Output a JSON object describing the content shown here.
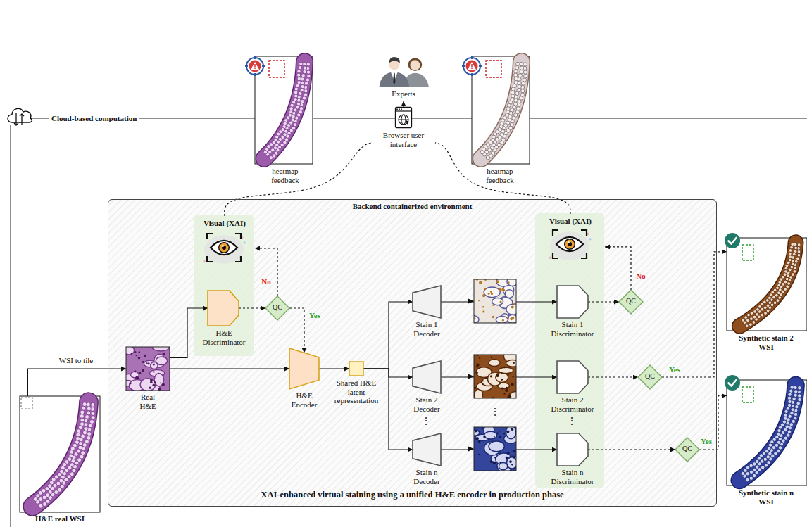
{
  "diagram": {
    "nodes": [
      {
        "text": [
          "Experts"
        ]
      },
      {
        "text": [
          "heatmap feedback"
        ]
      },
      {
        "text": [
          "Browser user interface"
        ]
      },
      {
        "text": [
          "heatmap feedback"
        ]
      },
      {
        "text": [
          "Backend containerized environment",
          "XAI-enhanced virtual staining using a unified H&E encoder in production phase"
        ]
      },
      {
        "text": [
          "Visual (XAI)"
        ],
        "in": 4
      },
      {
        "text": [
          "H&E Discriminator"
        ],
        "in": 5
      },
      {
        "text": [
          "QC"
        ],
        "in": 4
      },
      {
        "text": [
          "Real H&E"
        ],
        "in": 4
      },
      {
        "text": [
          "H&E Encoder"
        ],
        "in": 4
      },
      {
        "text": [
          "Shared H&E latent representation"
        ],
        "in": 4
      },
      {
        "text": [
          "Stain 1 Decoder"
        ],
        "in": 4
      },
      {
        "text": [
          "Stain 2 Decoder"
        ],
        "in": 4
      },
      {
        "text": [
          "Stain n Decoder"
        ],
        "in": 4
      },
      {
        "text": [
          "Visual (XAI)"
        ],
        "in": 4
      },
      {
        "text": [
          "Stain 1 Discriminator"
        ],
        "in": 14
      },
      {
        "text": [
          "Stain 2 Discriminator"
        ],
        "in": 14
      },
      {
        "text": [
          "Stain n Discriminator"
        ],
        "in": 14
      },
      {
        "text": [
          "QC"
        ],
        "in": 4
      },
      {
        "text": [
          "QC"
        ],
        "in": 4
      },
      {
        "text": [
          "QC"
        ],
        "in": 4
      },
      {
        "text": [
          "Synthetic stain 2 WSI"
        ]
      },
      {
        "text": [
          "Synthetic stain n WSI"
        ]
      },
      {
        "text": [
          "H&E real WSI"
        ]
      }
    ],
    "edges": [
      {
        "from": 23,
        "to": 8,
        "arrow": "to",
        "label": "WSI to tile"
      },
      {
        "from": 8,
        "to": 6,
        "arrow": "to"
      },
      {
        "from": 8,
        "to": 9,
        "arrow": "to"
      },
      {
        "from": 6,
        "to": 7,
        "arrow": "to"
      },
      {
        "from": 7,
        "to": 9,
        "arrow": "to",
        "label": "Yes"
      },
      {
        "from": 7,
        "to": 5,
        "arrow": "to",
        "label": "No"
      },
      {
        "from": 9,
        "to": 10,
        "arrow": "to"
      },
      {
        "from": 10,
        "to": 11,
        "arrow": "to"
      },
      {
        "from": 10,
        "to": 12,
        "arrow": "to"
      },
      {
        "from": 10,
        "to": 13,
        "arrow": "to"
      },
      {
        "from": 11,
        "to": 15,
        "arrow": "to"
      },
      {
        "from": 12,
        "to": 16,
        "arrow": "to"
      },
      {
        "from": 13,
        "to": 17,
        "arrow": "to"
      },
      {
        "from": 15,
        "to": 18,
        "arrow": "to"
      },
      {
        "from": 16,
        "to": 19,
        "arrow": "to"
      },
      {
        "from": 17,
        "to": 20,
        "arrow": "to"
      },
      {
        "from": 18,
        "to": 14,
        "arrow": "to",
        "label": "No"
      },
      {
        "from": 19,
        "to": 21,
        "arrow": "to",
        "label": "Yes"
      },
      {
        "from": 20,
        "to": 22,
        "arrow": "to",
        "label": "Yes"
      },
      {
        "from": 5,
        "to": 2,
        "arrow": "none"
      },
      {
        "from": 14,
        "to": 2,
        "arrow": "none"
      },
      {
        "from": 2,
        "to": 0,
        "arrow": "to"
      }
    ],
    "labels": [
      "Cloud-based computation",
      "⋮",
      "⋮",
      "⋮"
    ]
  }
}
